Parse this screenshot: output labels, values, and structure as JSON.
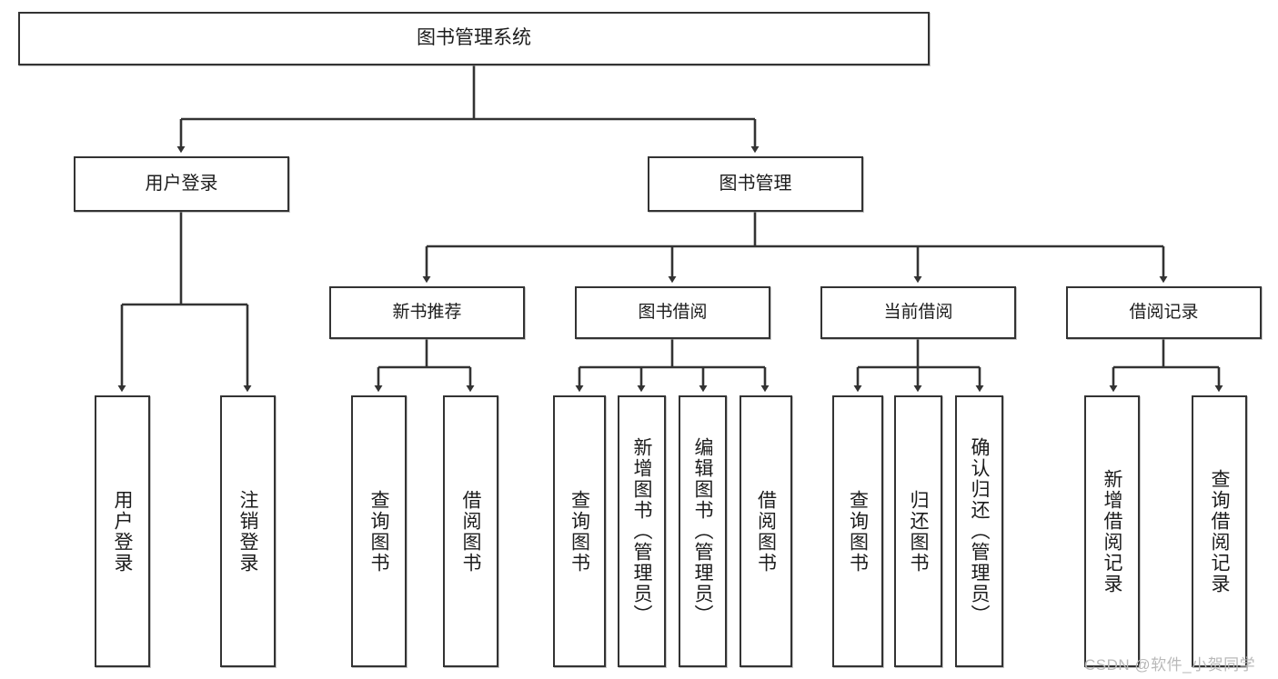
{
  "diagram": {
    "title": "图书管理系统",
    "type": "tree",
    "orientation": "top-down",
    "colors": {
      "box_border": "#333333",
      "box_fill": "#ffffff",
      "connector": "#333333",
      "text": "#1c1c1c",
      "watermark": "#b9b9b9",
      "canvas": "#ffffff"
    },
    "nodes": {
      "root": {
        "label": "图书管理系统"
      },
      "level1": [
        {
          "id": "user-login",
          "label": "用户登录"
        },
        {
          "id": "book-management",
          "label": "图书管理"
        }
      ],
      "level2": [
        {
          "id": "new-book-recommend",
          "label": "新书推荐"
        },
        {
          "id": "book-borrow",
          "label": "图书借阅"
        },
        {
          "id": "current-borrow",
          "label": "当前借阅"
        },
        {
          "id": "borrow-record",
          "label": "借阅记录"
        }
      ],
      "leaves": {
        "user-login": [
          {
            "id": "leaf-user-login",
            "label": "用户登录"
          },
          {
            "id": "leaf-logout-login",
            "label": "注销登录"
          }
        ],
        "new-book-recommend": [
          {
            "id": "leaf-query-book-1",
            "label": "查询图书"
          },
          {
            "id": "leaf-borrow-book-1",
            "label": "借阅图书"
          }
        ],
        "book-borrow": [
          {
            "id": "leaf-query-book-2",
            "label": "查询图书"
          },
          {
            "id": "leaf-add-book",
            "label": "新增图书（管理员）"
          },
          {
            "id": "leaf-edit-book",
            "label": "编辑图书（管理员）"
          },
          {
            "id": "leaf-borrow-book-2",
            "label": "借阅图书"
          }
        ],
        "current-borrow": [
          {
            "id": "leaf-query-book-3",
            "label": "查询图书"
          },
          {
            "id": "leaf-return-book",
            "label": "归还图书"
          },
          {
            "id": "leaf-confirm-return",
            "label": "确认归还（管理员）"
          }
        ],
        "borrow-record": [
          {
            "id": "leaf-add-record",
            "label": "新增借阅记录"
          },
          {
            "id": "leaf-query-record",
            "label": "查询借阅记录"
          }
        ]
      }
    },
    "watermark": "CSDN @软件_小贺同学"
  }
}
